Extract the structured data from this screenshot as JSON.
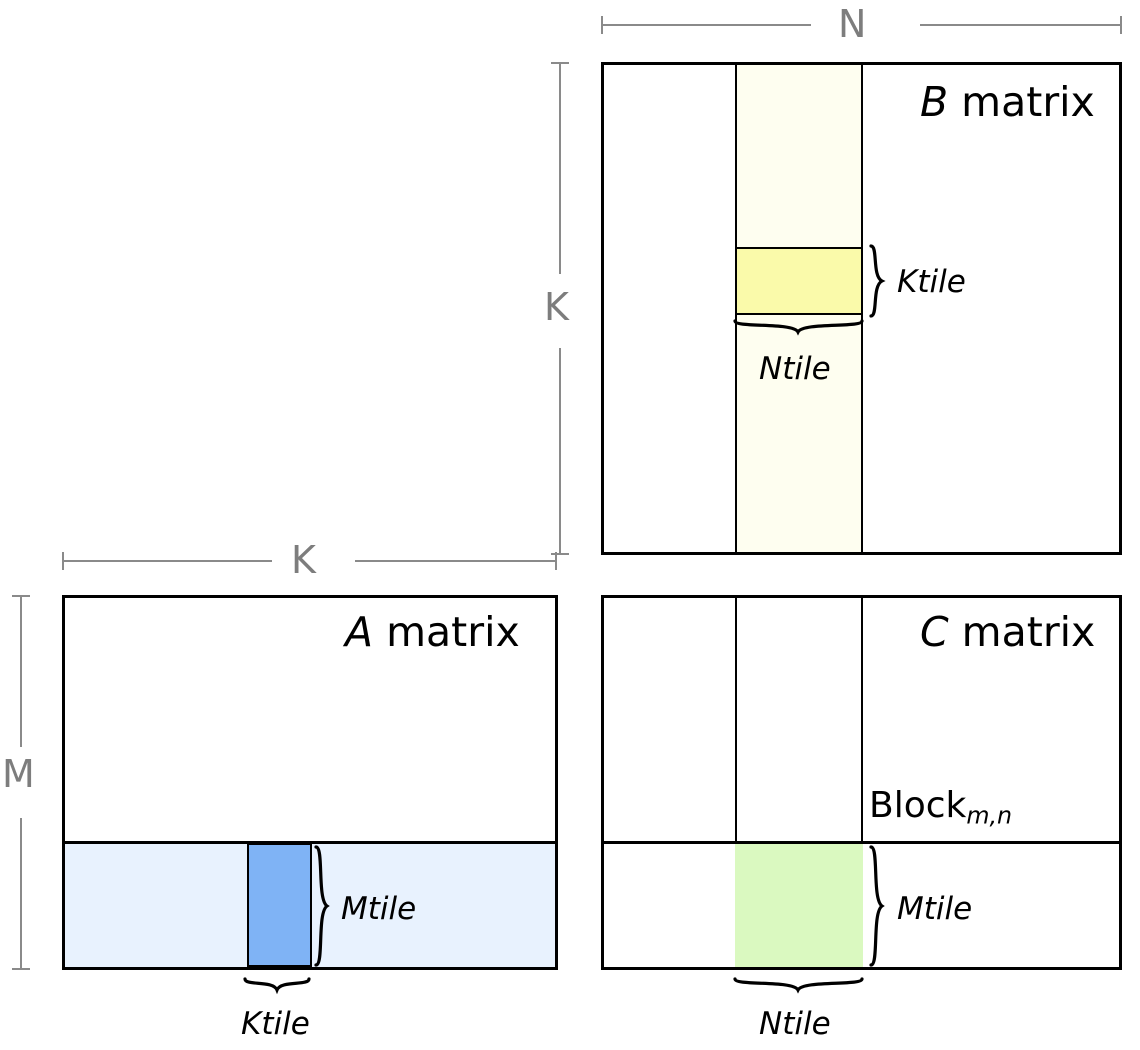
{
  "diagram": {
    "title": "Tiled matrix multiplication blocking diagram",
    "colors": {
      "outline": "#000000",
      "dimension_grey": "#8a8a8a",
      "a_panel_light_blue": "#e8f2fe",
      "a_tile_blue": "#7fb3f5",
      "b_panel_pale_yellow": "#fefef0",
      "b_tile_yellow": "#fafaaa",
      "c_tile_green": "#daf9c0"
    }
  },
  "matrices": {
    "a": {
      "name": "A",
      "suffix": " matrix",
      "title": "A matrix",
      "row_dim_label": "M",
      "col_dim_label": "K",
      "tile_row_label": "Mtile",
      "tile_col_label": "Ktile"
    },
    "b": {
      "name": "B",
      "suffix": " matrix",
      "title": "B matrix",
      "row_dim_label": "K",
      "col_dim_label": "N",
      "tile_row_label": "Ktile",
      "tile_col_label": "Ntile"
    },
    "c": {
      "name": "C",
      "suffix": " matrix",
      "title": "C matrix",
      "block_label_base": "Block",
      "block_label_sub": "m,n",
      "tile_row_label": "Mtile",
      "tile_col_label": "Ntile"
    }
  },
  "dimensions": {
    "n": "N",
    "k_vertical": "K",
    "k_horizontal": "K",
    "m": "M"
  },
  "braces": {
    "b_ktile": "}",
    "b_ntile": "}",
    "a_mtile": "}",
    "a_ktile": "}",
    "c_mtile": "}",
    "c_ntile": "}"
  }
}
